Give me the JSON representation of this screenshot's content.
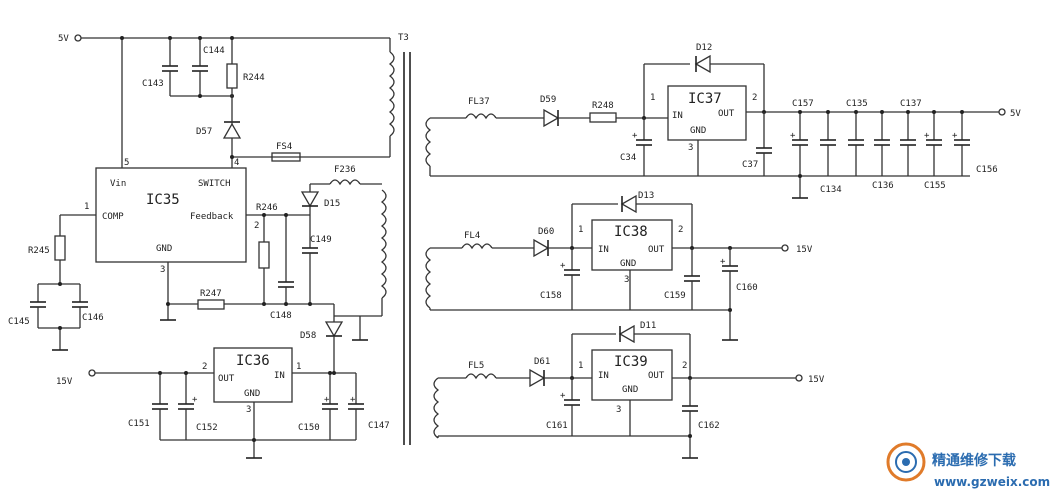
{
  "rails": {
    "v5_in": "5V",
    "v15_in": "15V",
    "v5_out": "5V",
    "v15_out_a": "15V",
    "v15_out_b": "15V"
  },
  "transformer": "T3",
  "ics": {
    "ic35": "IC35",
    "ic36": "IC36",
    "ic37": "IC37",
    "ic38": "IC38",
    "ic39": "IC39"
  },
  "pins": {
    "vin": "Vin",
    "switch": "SWITCH",
    "comp": "COMP",
    "feedback": "Feedback",
    "gnd": "GND",
    "in": "IN",
    "out": "OUT",
    "p1": "1",
    "p2": "2",
    "p3": "3",
    "p4": "4",
    "p5": "5"
  },
  "caps": {
    "c143": "C143",
    "c144": "C144",
    "c145": "C145",
    "c146": "C146",
    "c147": "C147",
    "c148": "C148",
    "c149": "C149",
    "c150": "C150",
    "c151": "C151",
    "c152": "C152",
    "c34": "C34",
    "c37": "C37",
    "c157": "C157",
    "c135": "C135",
    "c137": "C137",
    "c134": "C134",
    "c136": "C136",
    "c155": "C155",
    "c156": "C156",
    "c158": "C158",
    "c159": "C159",
    "c160": "C160",
    "c161": "C161",
    "c162": "C162"
  },
  "resistors": {
    "r244": "R244",
    "r245": "R245",
    "r246": "R246",
    "r247": "R247",
    "r248": "R248"
  },
  "diodes": {
    "d57": "D57",
    "d58": "D58",
    "d15": "D15",
    "d59": "D59",
    "d12": "D12",
    "d60": "D60",
    "d13": "D13",
    "d61": "D61",
    "d11": "D11"
  },
  "inductors": {
    "f236": "F236",
    "fl37": "FL37",
    "fl4": "FL4",
    "fl5": "FL5"
  },
  "fuse": "FS4",
  "watermark": {
    "cn": "精通维修下载",
    "url": "www.gzweix.com"
  }
}
